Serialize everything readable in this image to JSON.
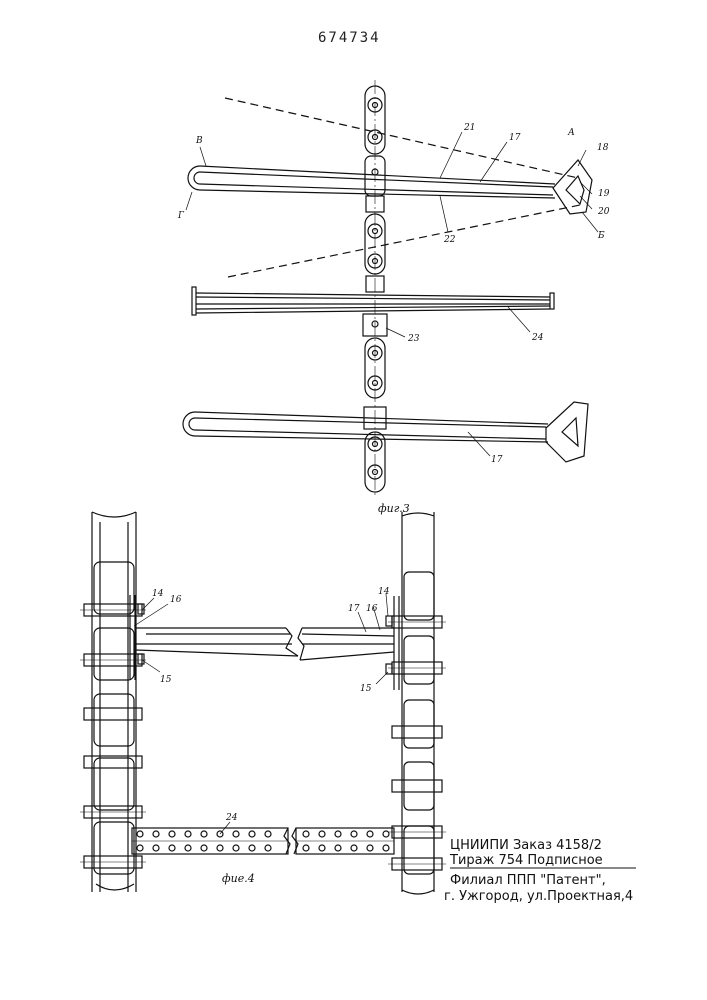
{
  "header": {
    "patent_number": "674734"
  },
  "figure3": {
    "caption": "фиг.3",
    "labels": {
      "v": "В",
      "g": "Г",
      "a": "А",
      "b": "Б",
      "n17": "17",
      "n18": "18",
      "n19": "19",
      "n20": "20",
      "n21": "21",
      "n22": "22",
      "n23": "23",
      "n24": "24"
    }
  },
  "figure4": {
    "caption": "фие.4",
    "labels": {
      "n14": "14",
      "n15": "15",
      "n16": "16",
      "n17": "17",
      "n24": "24"
    }
  },
  "imprint": {
    "line1": "ЦНИИПИ Заказ 4158/2",
    "line2": "Тираж 754 Подписное",
    "line3": "Филиал ППП \"Патент\",",
    "line4": "г. Ужгород, ул.Проектная,4"
  }
}
